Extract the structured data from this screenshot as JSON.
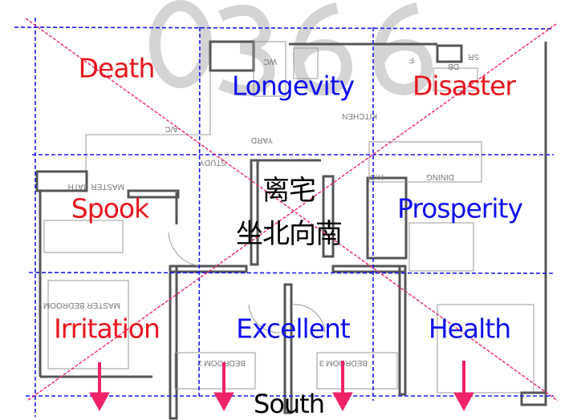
{
  "watermark": "0366",
  "title_lines": [
    "离宅",
    "坐北向南"
  ],
  "direction_label": "South",
  "sectors": [
    {
      "name": "Death",
      "quality": "bad"
    },
    {
      "name": "Longevity",
      "quality": "good"
    },
    {
      "name": "Disaster",
      "quality": "bad"
    },
    {
      "name": "Spook",
      "quality": "bad"
    },
    {
      "name": "Prosperity",
      "quality": "good"
    },
    {
      "name": "Irritation",
      "quality": "bad"
    },
    {
      "name": "Excellent",
      "quality": "good"
    },
    {
      "name": "Health",
      "quality": "good"
    }
  ],
  "rooms": [
    "WC",
    "YARD",
    "KITCHEN",
    "A/C",
    "MASTER BATH",
    "STUDY",
    "H.S",
    "DINING",
    "MASTER BEDROOM",
    "BEDROOM 2",
    "BEDROOM 3",
    "DB",
    "SR",
    "F"
  ],
  "colors": {
    "bad": "#e8141c",
    "good": "#1010ee",
    "grid": "#1a1aee",
    "diagonal": "#f0226a",
    "arrow": "#f0226a"
  }
}
